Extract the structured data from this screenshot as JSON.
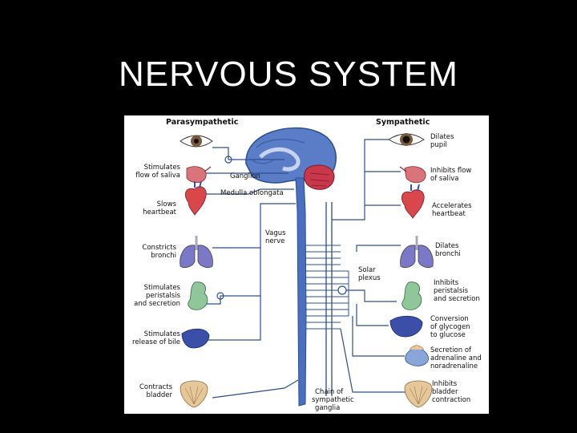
{
  "slide": {
    "title": "NERVOUS SYSTEM"
  },
  "diagram": {
    "headers": {
      "left": "Parasympathetic",
      "right": "Sympathetic"
    },
    "center_labels": {
      "ganglion": "Ganglion",
      "medulla": "Medulla oblongata",
      "vagus_1": "Vagus",
      "vagus_2": "nerve",
      "solar_1": "Solar",
      "solar_2": "plexus",
      "chain_1": "Chain of",
      "chain_2": "sympathetic",
      "chain_3": "ganglia"
    },
    "parasympathetic": [
      {
        "organ": "eye-icon",
        "lines": []
      },
      {
        "organ": "salivary-gland-icon",
        "lines": [
          "Stimulates",
          "flow of saliva"
        ]
      },
      {
        "organ": "heart-icon",
        "lines": [
          "Slows",
          "heartbeat"
        ]
      },
      {
        "organ": "lungs-icon",
        "lines": [
          "Constricts",
          "bronchi"
        ]
      },
      {
        "organ": "stomach-icon",
        "lines": [
          "Stimulates",
          "peristalsis",
          "and secretion"
        ]
      },
      {
        "organ": "liver-icon",
        "lines": [
          "Stimulates",
          "release of bile"
        ]
      },
      {
        "organ": "bladder-icon",
        "lines": [
          "Contracts",
          "bladder"
        ]
      }
    ],
    "sympathetic": [
      {
        "organ": "eye-icon",
        "lines": [
          "Dilates",
          "pupil"
        ]
      },
      {
        "organ": "salivary-gland-icon",
        "lines": [
          "Inhibits flow",
          "of saliva"
        ]
      },
      {
        "organ": "heart-icon",
        "lines": [
          "Accelerates",
          "heartbeat"
        ]
      },
      {
        "organ": "lungs-icon",
        "lines": [
          "Dilates",
          "bronchi"
        ]
      },
      {
        "organ": "stomach-icon",
        "lines": [
          "Inhibits",
          "peristalsis",
          "and secretion"
        ]
      },
      {
        "organ": "liver-icon",
        "lines": [
          "Conversion",
          "of glycogen",
          "to glucose"
        ]
      },
      {
        "organ": "adrenal-gland-icon",
        "lines": [
          "Secretion of",
          "adrenaline and",
          "noradrenaline"
        ]
      },
      {
        "organ": "bladder-icon",
        "lines": [
          "Inhibits",
          "bladder",
          "contraction"
        ]
      }
    ],
    "colors": {
      "nerve": "#2d4f8f",
      "brain": "#5b7cc6",
      "organ_red": "#d9474a",
      "organ_purple": "#7b78c8",
      "organ_green": "#8fc79a",
      "organ_blue": "#3c4fa8",
      "organ_tan": "#e6c79a"
    }
  }
}
